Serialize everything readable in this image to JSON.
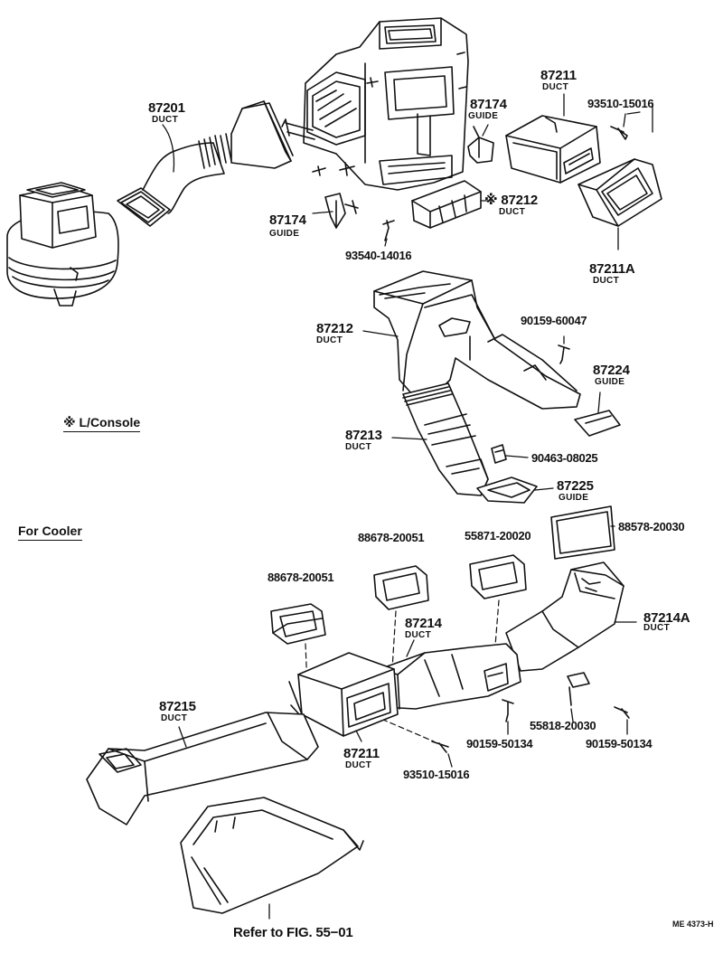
{
  "colors": {
    "ink": "#111111",
    "paper": "#ffffff"
  },
  "notes": {
    "legend": "※ L/Console",
    "for_cooler": "For Cooler",
    "refer": "Refer to FIG. 55−01",
    "drawing_code": "ME 4373-H"
  },
  "callouts": {
    "c87201": {
      "number": "87201",
      "name": "DUCT"
    },
    "c87211_top": {
      "number": "87211",
      "name": "DUCT"
    },
    "c93510_top": {
      "number": "93510-15016"
    },
    "c87174_top": {
      "number": "87174",
      "name": "GUIDE"
    },
    "c87174_bot": {
      "number": "87174",
      "name": "GUIDE"
    },
    "c87212_top": {
      "number": "※ 87212",
      "name": "DUCT"
    },
    "c93540": {
      "number": "93540-14016"
    },
    "c87211A": {
      "number": "87211A",
      "name": "DUCT"
    },
    "c87212_mid": {
      "number": "87212",
      "name": "DUCT"
    },
    "c90159_60047": {
      "number": "90159-60047"
    },
    "c87224": {
      "number": "87224",
      "name": "GUIDE"
    },
    "c87213": {
      "number": "87213",
      "name": "DUCT"
    },
    "c90463": {
      "number": "90463-08025"
    },
    "c87225": {
      "number": "87225",
      "name": "GUIDE"
    },
    "c88578": {
      "number": "88578-20030"
    },
    "c88678_a": {
      "number": "88678-20051"
    },
    "c55871": {
      "number": "55871-20020"
    },
    "c88678_b": {
      "number": "88678-20051"
    },
    "c87214A": {
      "number": "87214A",
      "name": "DUCT"
    },
    "c87214": {
      "number": "87214",
      "name": "DUCT"
    },
    "c87215": {
      "number": "87215",
      "name": "DUCT"
    },
    "c55818": {
      "number": "55818-20030"
    },
    "c90159_50134_a": {
      "number": "90159-50134"
    },
    "c90159_50134_b": {
      "number": "90159-50134"
    },
    "c87211_bot": {
      "number": "87211",
      "name": "DUCT"
    },
    "c93510_bot": {
      "number": "93510-15016"
    }
  }
}
